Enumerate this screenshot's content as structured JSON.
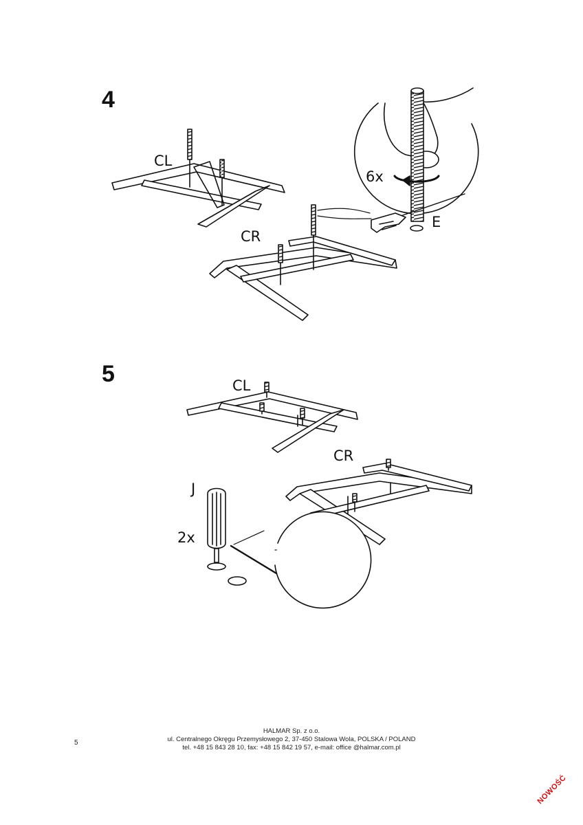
{
  "steps": [
    {
      "number": "4",
      "labels": {
        "left_frame": "CL",
        "right_frame": "CR",
        "count": "6x",
        "part": "E"
      }
    },
    {
      "number": "5",
      "labels": {
        "left_frame": "CL",
        "right_frame": "CR",
        "tool": "J",
        "count": "2x"
      }
    }
  ],
  "footer": {
    "company": "HALMAR Sp. z o.o.",
    "address": "ul. Centralnego Okręgu Przemysłowego 2, 37-450 Stalowa Wola, POLSKA / POLAND",
    "contact": "tel. +48 15 843 28 10, fax: +48 15 842 19 57, e-mail: office @halmar.com.pl",
    "page_number": "5"
  },
  "stamp": "NOWOŚĆ"
}
